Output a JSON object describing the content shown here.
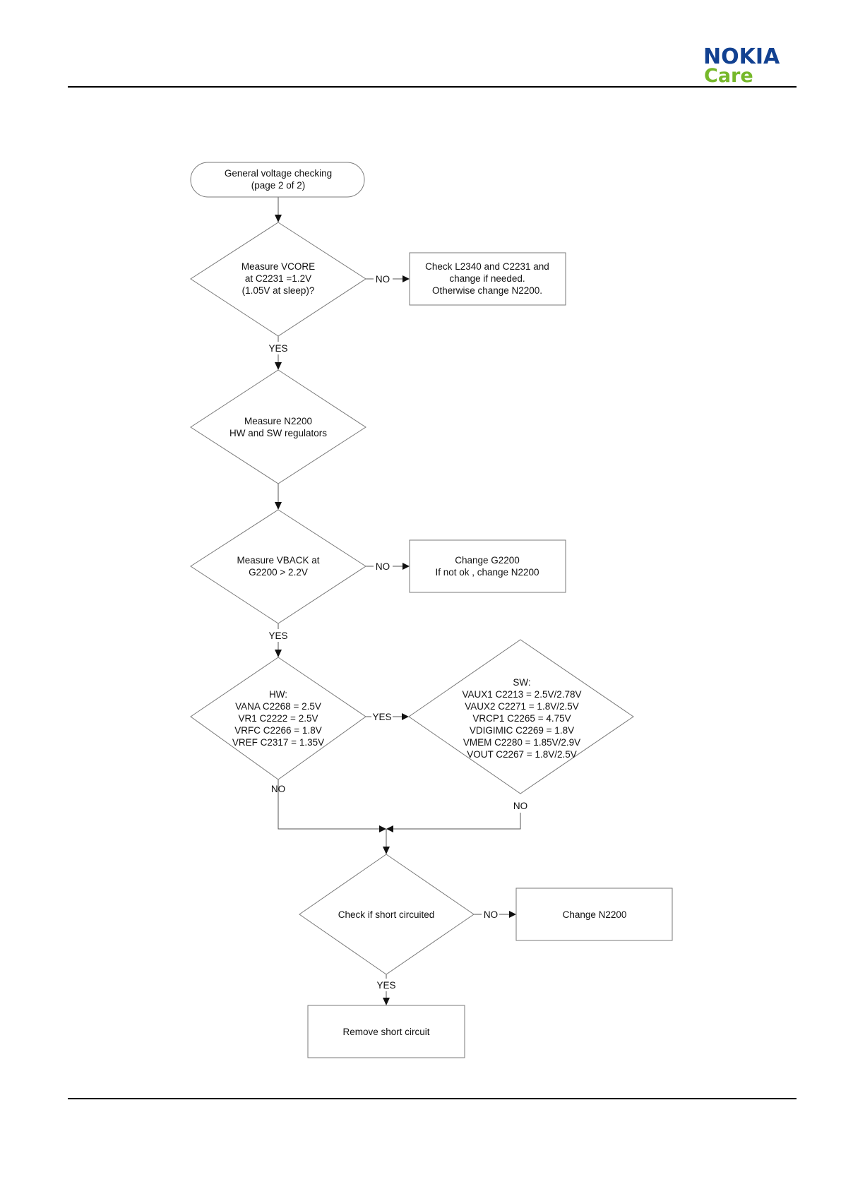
{
  "header": {
    "brand": "NOKIA",
    "sub_brand": "Care",
    "brand_color": "#124191",
    "sub_brand_color": "#76b82a"
  },
  "flowchart": {
    "nodes": {
      "start": [
        "General voltage checking",
        "(page 2 of 2)"
      ],
      "d_vcore": [
        "Measure VCORE",
        "at C2231 =1.2V",
        "(1.05V at sleep)?"
      ],
      "a_vcore": [
        "Check L2340 and C2231 and",
        "change if needed.",
        "Otherwise change N2200."
      ],
      "d_regs": [
        "Measure N2200",
        "HW and SW regulators"
      ],
      "d_vback": [
        "Measure VBACK at",
        "G2200 > 2.2V"
      ],
      "a_vback": [
        "Change G2200",
        "If not ok , change N2200"
      ],
      "d_hw": [
        "HW:",
        "VANA C2268 = 2.5V",
        "VR1 C2222 = 2.5V",
        "VRFC C2266 = 1.8V",
        "VREF C2317 = 1.35V"
      ],
      "d_sw": [
        "SW:",
        "VAUX1 C2213 = 2.5V/2.78V",
        "VAUX2 C2271 = 1.8V/2.5V",
        "VRCP1 C2265 = 4.75V",
        "VDIGIMIC C2269 = 1.8V",
        "VMEM C2280 = 1.85V/2.9V",
        "VOUT C2267 = 1.8V/2.5V"
      ],
      "d_short": [
        "Check if short circuited"
      ],
      "a_short_no": [
        "Change N2200"
      ],
      "a_short_yes": [
        "Remove short circuit"
      ]
    },
    "edge_labels": {
      "vcore_no": "NO",
      "vcore_yes": "YES",
      "vback_no": "NO",
      "vback_yes": "YES",
      "hw_yes": "YES",
      "hw_no": "NO",
      "sw_no": "NO",
      "short_no": "NO",
      "short_yes": "YES"
    }
  }
}
